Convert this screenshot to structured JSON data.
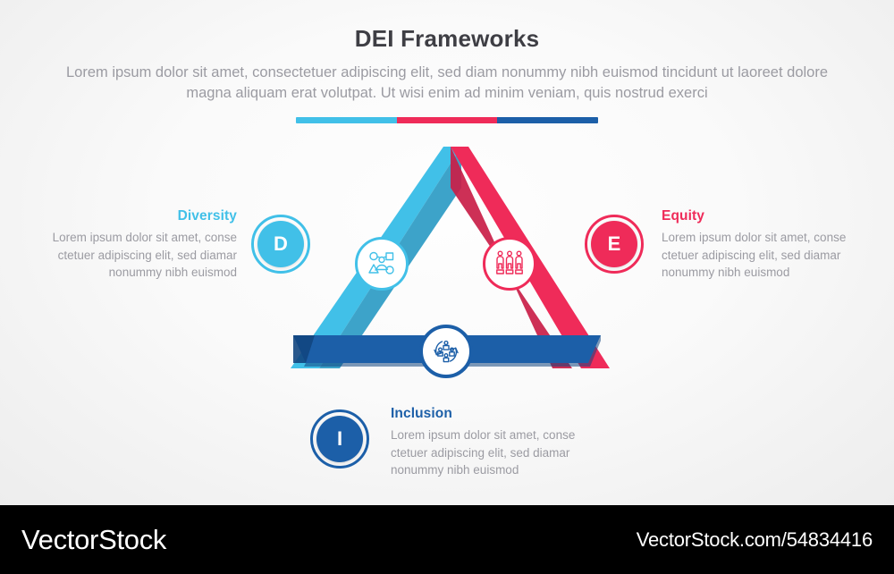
{
  "header": {
    "title": "DEI Frameworks",
    "subtitle": "Lorem ipsum dolor sit amet, consectetuer adipiscing elit, sed diam nonummy nibh euismod tincidunt ut laoreet dolore magna aliquam erat volutpat. Ut wisi enim ad minim veniam, quis nostrud exerci"
  },
  "colors": {
    "diversity": "#41c0e8",
    "diversity_shadow": "#2d9bc4",
    "equity": "#ef2b59",
    "equity_shadow": "#c91e48",
    "inclusion": "#1c5fa8",
    "inclusion_shadow": "#12467f",
    "title": "#3e3e44",
    "body_text": "#9b9ba2",
    "background": "#f7f7f7",
    "footer_background": "#000000"
  },
  "divider": {
    "segments": [
      "diversity",
      "equity",
      "inclusion"
    ]
  },
  "sections": [
    {
      "key": "diversity",
      "letter": "D",
      "heading": "Diversity",
      "description": "Lorem ipsum dolor sit amet, conse ctetuer adipiscing elit, sed diamar nonummy nibh euismod",
      "icon": "diversity-shapes-people-icon"
    },
    {
      "key": "equity",
      "letter": "E",
      "heading": "Equity",
      "description": "Lorem ipsum dolor sit amet, conse ctetuer adipiscing elit, sed diamar nonummy nibh euismod",
      "icon": "equity-three-people-platforms-icon"
    },
    {
      "key": "inclusion",
      "letter": "I",
      "heading": "Inclusion",
      "description": "Lorem ipsum dolor sit amet, conse ctetuer adipiscing elit, sed diamar nonummy nibh euismod",
      "icon": "inclusion-people-circular-arrows-icon"
    }
  ],
  "footer": {
    "brand": "VectorStock",
    "url": "VectorStock.com/54834416"
  }
}
